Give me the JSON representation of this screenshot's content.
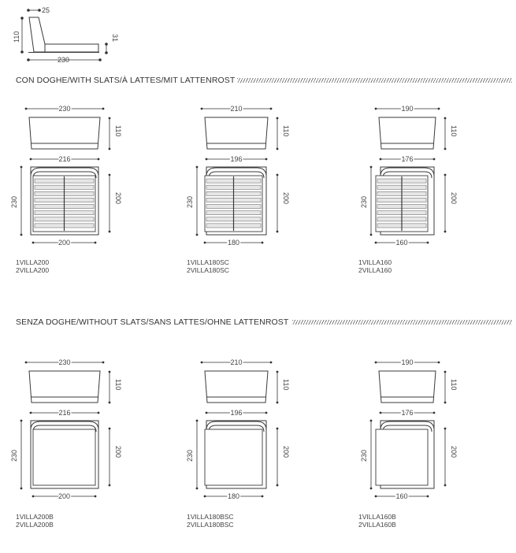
{
  "side_view": {
    "dims": {
      "backrest_top": "25",
      "headboard_height": "110",
      "base_height": "31",
      "length": "230"
    }
  },
  "sections": [
    {
      "title": "CON DOGHE/WITH SLATS/À LATTES/MIT LATTENROST",
      "slats": true,
      "beds": [
        {
          "dims": {
            "outer_width": "230",
            "front_height": "110",
            "inner_width": "216",
            "length": "230",
            "mattress_length": "200",
            "mattress_width": "200"
          },
          "codes": [
            "1VILLA200",
            "2VILLA200"
          ]
        },
        {
          "dims": {
            "outer_width": "210",
            "front_height": "110",
            "inner_width": "196",
            "length": "230",
            "mattress_length": "200",
            "mattress_width": "180"
          },
          "codes": [
            "1VILLA180SC",
            "2VILLA180SC"
          ]
        },
        {
          "dims": {
            "outer_width": "190",
            "front_height": "110",
            "inner_width": "176",
            "length": "230",
            "mattress_length": "200",
            "mattress_width": "160"
          },
          "codes": [
            "1VILLA160",
            "2VILLA160"
          ]
        }
      ]
    },
    {
      "title": "SENZA DOGHE/WITHOUT SLATS/SANS LATTES/OHNE LATTENROST",
      "slats": false,
      "beds": [
        {
          "dims": {
            "outer_width": "230",
            "front_height": "110",
            "inner_width": "216",
            "length": "230",
            "mattress_length": "200",
            "mattress_width": "200"
          },
          "codes": [
            "1VILLA200B",
            "2VILLA200B"
          ]
        },
        {
          "dims": {
            "outer_width": "210",
            "front_height": "110",
            "inner_width": "196",
            "length": "230",
            "mattress_length": "200",
            "mattress_width": "180"
          },
          "codes": [
            "1VILLA180BSC",
            "2VILLA180BSC"
          ]
        },
        {
          "dims": {
            "outer_width": "190",
            "front_height": "110",
            "inner_width": "176",
            "length": "230",
            "mattress_length": "200",
            "mattress_width": "160"
          },
          "codes": [
            "1VILLA160B",
            "2VILLA160B"
          ]
        }
      ]
    }
  ]
}
